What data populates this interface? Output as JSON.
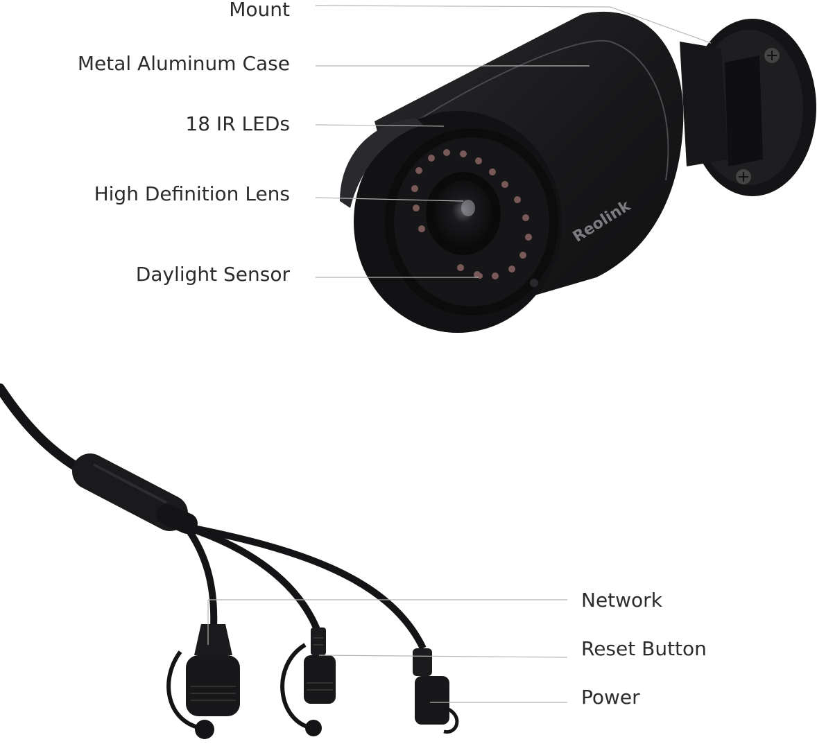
{
  "camera_labels": {
    "mount": "Mount",
    "case": "Metal Aluminum Case",
    "ir_leds": "18 IR LEDs",
    "lens": "High Definition Lens",
    "daylight_sensor": "Daylight Sensor"
  },
  "cable_labels": {
    "network": "Network",
    "reset": "Reset Button",
    "power": "Power"
  },
  "brand": "Reolink",
  "colors": {
    "body": "#1b1b1d",
    "highlight": "#3a3a3e",
    "leader": "#b5b5b5",
    "text": "#2b2b2b",
    "led": "#7a5a58"
  }
}
